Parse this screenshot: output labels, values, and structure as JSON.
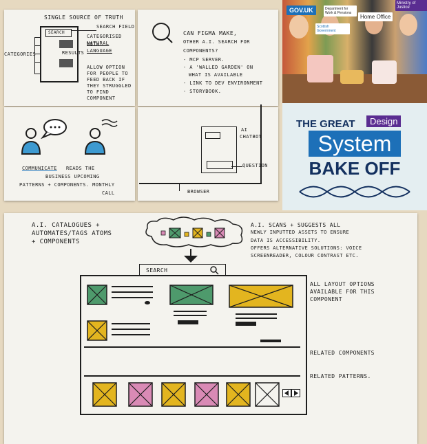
{
  "sketch_1": {
    "title": "Single source of truth",
    "search_label": "Search",
    "search_field": "Search field",
    "categorised": "Categorised with",
    "natural_language": "natural language",
    "categories": "Categories",
    "results": "Results",
    "feedback": [
      "Allow option",
      "for people to",
      "feed back if",
      "they struggled",
      "to find",
      "component"
    ]
  },
  "sketch_2": {
    "lines": [
      "Can Figma make,",
      "other A.I. search for",
      "components?",
      "- MCP server.",
      "- A 'walled garden' on",
      "what is available",
      "- Link to dev environment",
      "- Storybook."
    ]
  },
  "sketch_3": {
    "communicate": "Communicate",
    "line1": "reads the",
    "line2": "business upcoming",
    "line3": "patterns + components. Monthly",
    "line4": "call"
  },
  "sketch_4": {
    "ai": "AI",
    "chatbot": "Chatbot",
    "question": "Question",
    "browser": "Browser"
  },
  "poster": {
    "gov_uk": "GOV.UK",
    "dept": "Department for Work & Pensions",
    "scot": "Scottish Government",
    "home_office": "Home Office",
    "moj": "Ministry of Justice",
    "the_great": "THE GREAT",
    "design": "Design",
    "system": "System",
    "bake_off": "BAKE OFF"
  },
  "sketch_5": {
    "left_note": [
      "A.I. catalogues +",
      "automates/tags atoms",
      "+ components"
    ],
    "right_note": [
      "A.I. scans + suggests all",
      "newly inputted assets to ensure",
      "data is accessibility.",
      "Offers alternative solutions: voice",
      "screenreader, colour contrast etc."
    ],
    "search": "Search",
    "layouts_note": [
      "All layout options",
      "available for this",
      "component"
    ],
    "related_components": "Related components",
    "related_patterns": "Related patterns."
  },
  "colors": {
    "yellow": "#e3b51f",
    "green": "#4e9a6c",
    "pink": "#d98ab5",
    "gov_blue": "#1d70b8",
    "purple": "#5a2d91",
    "navy": "#13305f"
  }
}
